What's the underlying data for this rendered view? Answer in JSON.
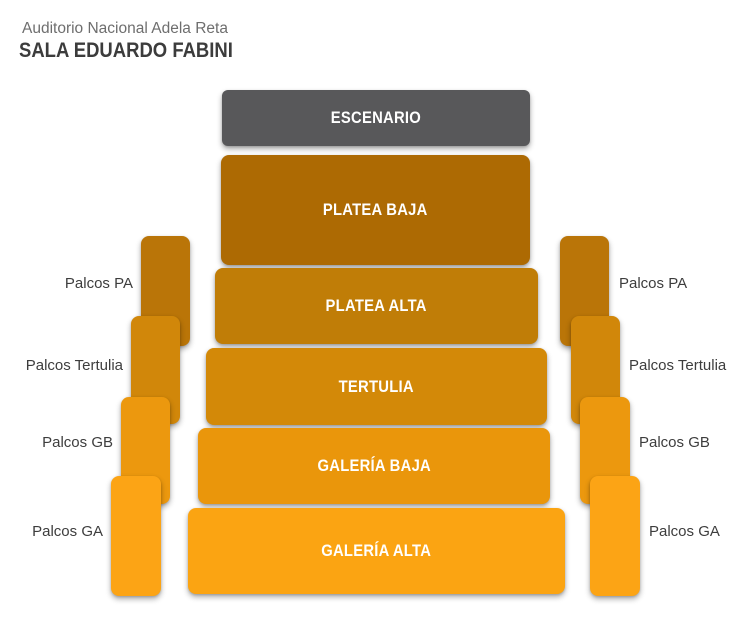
{
  "header": {
    "venue": "Auditorio Nacional Adela Reta",
    "hall": "SALA EDUARDO FABINI"
  },
  "stage": {
    "label": "ESCENARIO",
    "color": "#58585A"
  },
  "sections": [
    {
      "id": "platea-baja",
      "label": "PLATEA BAJA",
      "color": "#AD6A03"
    },
    {
      "id": "platea-alta",
      "label": "PLATEA ALTA",
      "color": "#C07D07"
    },
    {
      "id": "tertulia",
      "label": "TERTULIA",
      "color": "#D38908"
    },
    {
      "id": "galeria-baja",
      "label": "GALERÍA BAJA",
      "color": "#EA960B"
    },
    {
      "id": "galeria-alta",
      "label": "GALERÍA ALTA",
      "color": "#FBA412"
    }
  ],
  "palcos": {
    "pa": {
      "label": "Palcos PA",
      "color": "#BA7508"
    },
    "tertulia": {
      "label": "Palcos Tertulia",
      "color": "#D1870A"
    },
    "gb": {
      "label": "Palcos GB",
      "color": "#EC980E"
    },
    "ga": {
      "label": "Palcos GA",
      "color": "#FCA415"
    }
  }
}
